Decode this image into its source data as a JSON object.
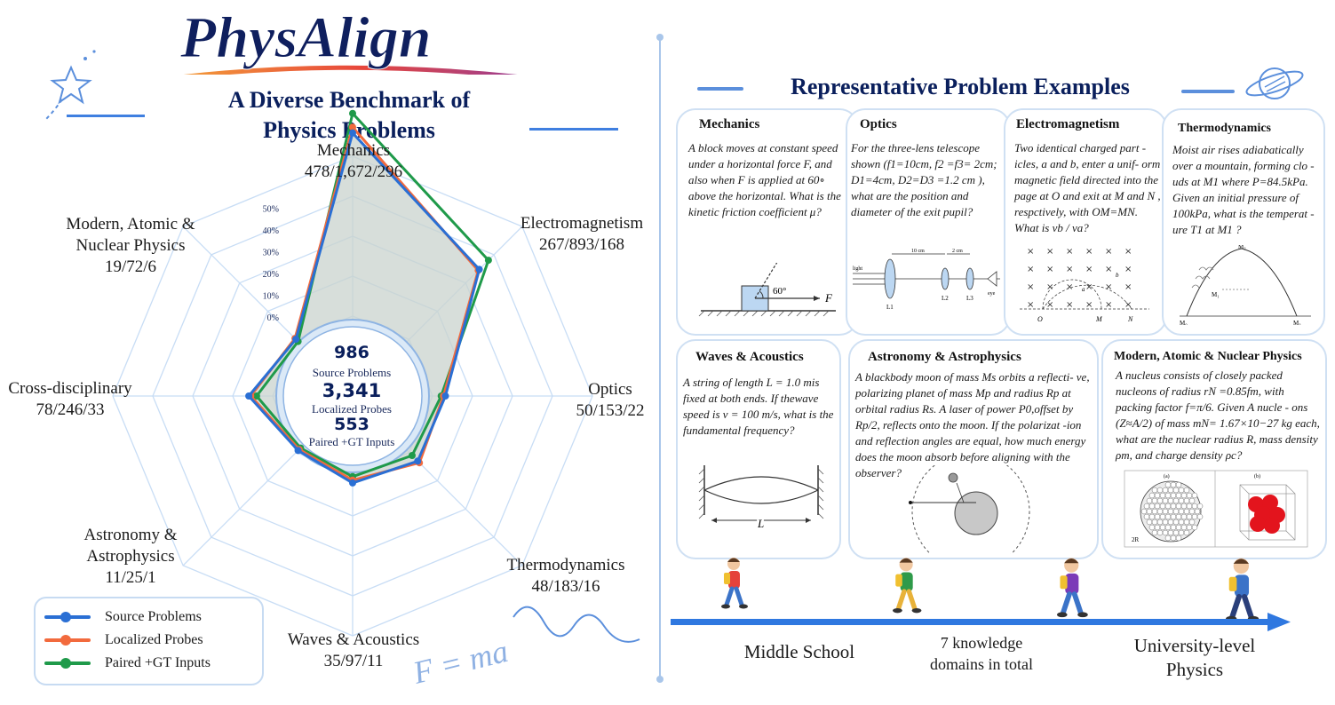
{
  "header": {
    "logo_text": "PhysAlign",
    "subtitle_line1": "A Diverse Benchmark of",
    "subtitle_line2": "Physics Problems",
    "formula_text": "F = ma"
  },
  "chart_data": {
    "type": "radar",
    "title": "",
    "axes": [
      {
        "name": "Mechanics",
        "counts": "478/1,672/296"
      },
      {
        "name": "Electromagnetism",
        "counts": "267/893/168"
      },
      {
        "name": "Optics",
        "counts": "50/153/22"
      },
      {
        "name": "Thermodynamics",
        "counts": "48/183/16"
      },
      {
        "name": "Waves & Acoustics",
        "counts": "35/97/11"
      },
      {
        "name": "Astronomy & Astrophysics",
        "counts": "11/25/1"
      },
      {
        "name": "Cross-disciplinary",
        "counts": "78/246/33"
      },
      {
        "name": "Modern, Atomic & Nuclear Physics",
        "counts": "19/72/6"
      }
    ],
    "radial_ticks": [
      "0%",
      "10%",
      "20%",
      "30%",
      "40%",
      "50%"
    ],
    "rlim": [
      0,
      50
    ],
    "series": [
      {
        "name": "Source Problems",
        "color": "#2a6fd4",
        "values": [
          48.5,
          27.1,
          5.1,
          4.9,
          3.6,
          1.1,
          7.9,
          1.9
        ]
      },
      {
        "name": "Localized Probes",
        "color": "#f26a3d",
        "values": [
          50.0,
          26.7,
          4.6,
          5.5,
          2.9,
          0.7,
          7.4,
          2.2
        ]
      },
      {
        "name": "Paired +GT Inputs",
        "color": "#1f9a4a",
        "values": [
          53.5,
          30.4,
          4.0,
          2.9,
          2.0,
          0.2,
          5.9,
          1.1
        ]
      }
    ],
    "center": {
      "source_count": "986",
      "source_label": "Source Problems",
      "localized_count": "3,341",
      "localized_label": "Localized Probes",
      "paired_count": "553",
      "paired_label": "Paired +GT Inputs"
    },
    "legend_position": "bottom-left"
  },
  "examples": {
    "section_title": "Representative Problem Examples",
    "cards": [
      {
        "title": "Mechanics",
        "text": "A block moves at constant speed under a horizontal force F, and also when F is applied at 60∘ above the horizontal. What is the kinetic friction coefficient μ?",
        "fig_angle": "60°",
        "fig_force": "F"
      },
      {
        "title": "Optics",
        "text": "For the three-lens telescope shown (f1=10cm, f2 =f3= 2cm; D1=4cm, D2=D3 =1.2 cm ), what are the position and diameter of the exit pupil?",
        "fig_d1": "10 cm",
        "fig_d2": "2 cm",
        "fig_light": "light",
        "fig_eye": "eye",
        "fig_l1": "L1",
        "fig_l2": "L2",
        "fig_l3": "L3"
      },
      {
        "title": "Electromagnetism",
        "text": "Two identical charged part - icles, a and b, enter a unif- orm magnetic field directed into the page at O and exit at M and N , respctively, with OM=MN. What is vb / va?",
        "fig_o": "O",
        "fig_m": "M",
        "fig_n": "N",
        "fig_a": "a",
        "fig_b": "b"
      },
      {
        "title": "Thermodynamics",
        "text": "Moist air rises adiabatically over a mountain, forming clo -uds at M1 where P=84.5kPa. Given an initial pressure of 100kPa, what is the temperat -ure T1 at M1 ?"
      },
      {
        "title": "Waves & Acoustics",
        "text": "A string of length L = 1.0 mis fixed at both ends. If thewave speed is v = 100 m/s, what is the fundamental frequency?",
        "fig_l": "L"
      },
      {
        "title": "Astronomy & Astrophysics",
        "text": "A blackbody moon of mass Ms orbits a reflecti- ve, polarizing planet of mass Mp and radius Rp at orbital radius Rs. A laser of power P0,offset by Rp/2, reflects onto the moon. If the polarizat -ion and reflection angles are equal, how much energy does the moon absorb before aligning with the observer?"
      },
      {
        "title": "Modern, Atomic & Nuclear Physics",
        "text": "A nucleus consists of closely packed nucleons of radius rN =0.85fm, with packing factor f=π/6. Given A nucle - ons (Z≈A/2) of mass mN= 1.67×10−27 kg each, what are the nuclear radius R, mass density ρm, and charge density ρc?",
        "fig_a": "(a)",
        "fig_b": "(b)",
        "fig_2r": "2R"
      }
    ]
  },
  "timeline": {
    "start_label": "Middle School",
    "middle_line1": "7  knowledge",
    "middle_line2": "domains in total",
    "end_line1": "University-level",
    "end_line2": "Physics"
  }
}
